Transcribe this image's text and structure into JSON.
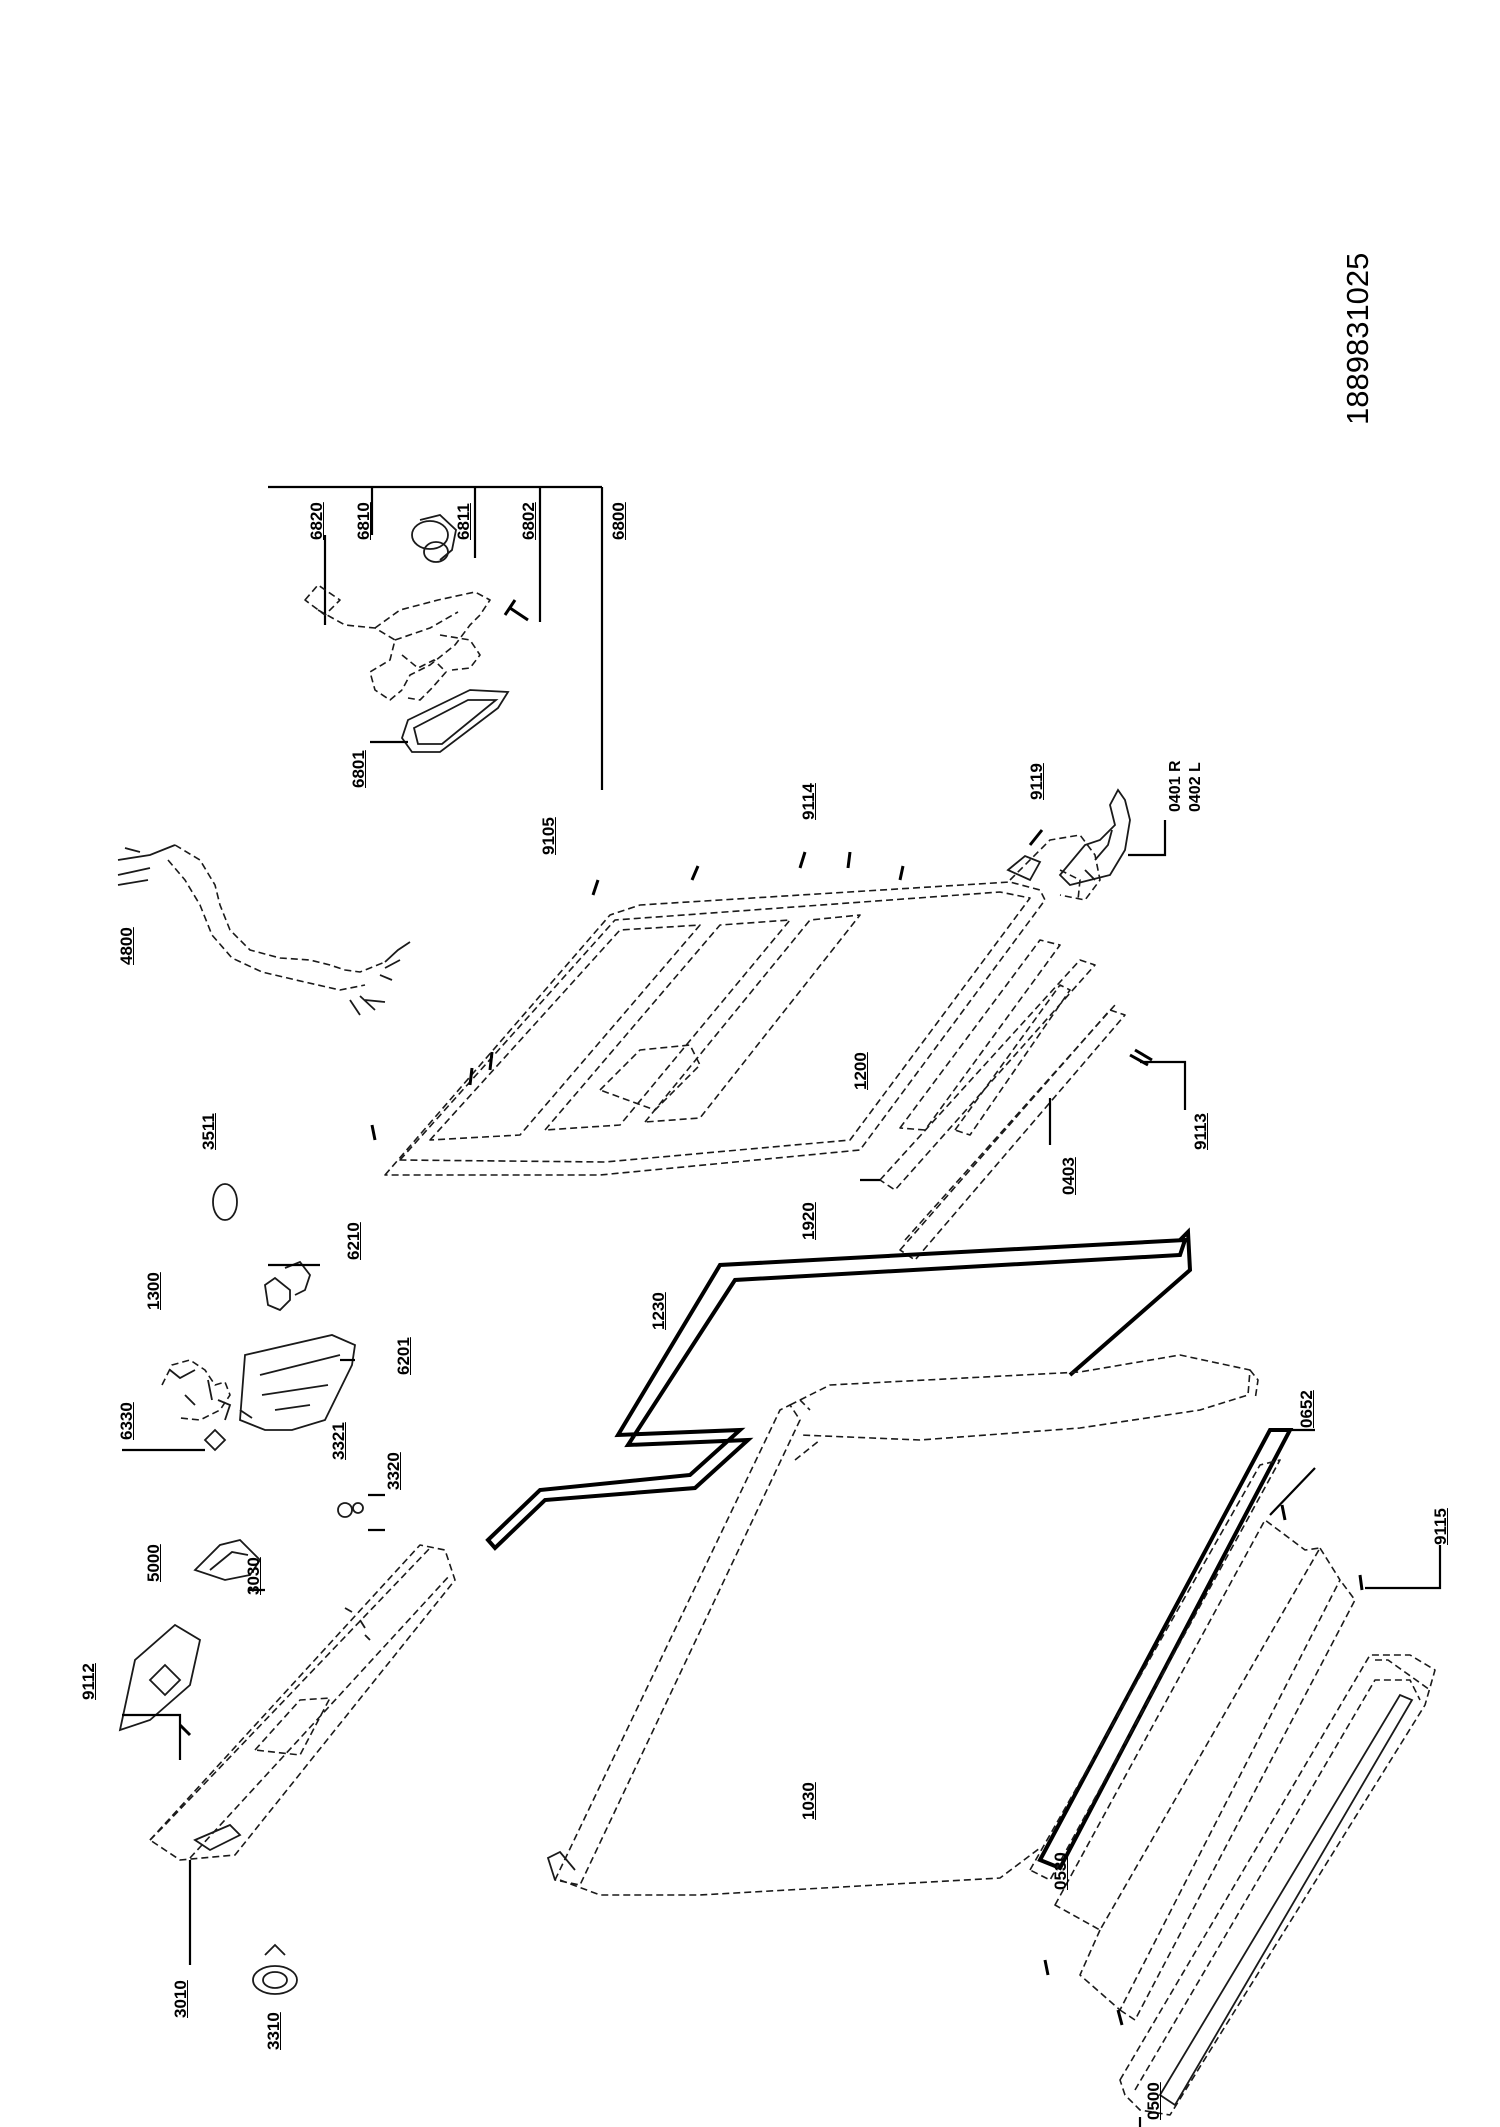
{
  "drawing_number": "1889831025",
  "callouts": {
    "p6820": "6820",
    "p6810": "6810",
    "p6811": "6811",
    "p6802": "6802",
    "p6800": "6800",
    "p6801": "6801",
    "p4800": "4800",
    "p9105": "9105",
    "p9114": "9114",
    "p9119": "9119",
    "p0401": "0401 R",
    "p0402": "0402 L",
    "p3511": "3511",
    "p1200": "1200",
    "p9113": "9113",
    "p0403": "0403",
    "p1920": "1920",
    "p1300": "1300",
    "p6210": "6210",
    "p6201": "6201",
    "p1230": "1230",
    "p6330": "6330",
    "p3321": "3321",
    "p3320": "3320",
    "p0652": "0652",
    "p5000": "5000",
    "p3030": "3030",
    "p9112": "9112",
    "p9115": "9115",
    "p1030": "1030",
    "p0530": "0530",
    "p3010": "3010",
    "p3310": "3310",
    "p0500": "0500"
  }
}
